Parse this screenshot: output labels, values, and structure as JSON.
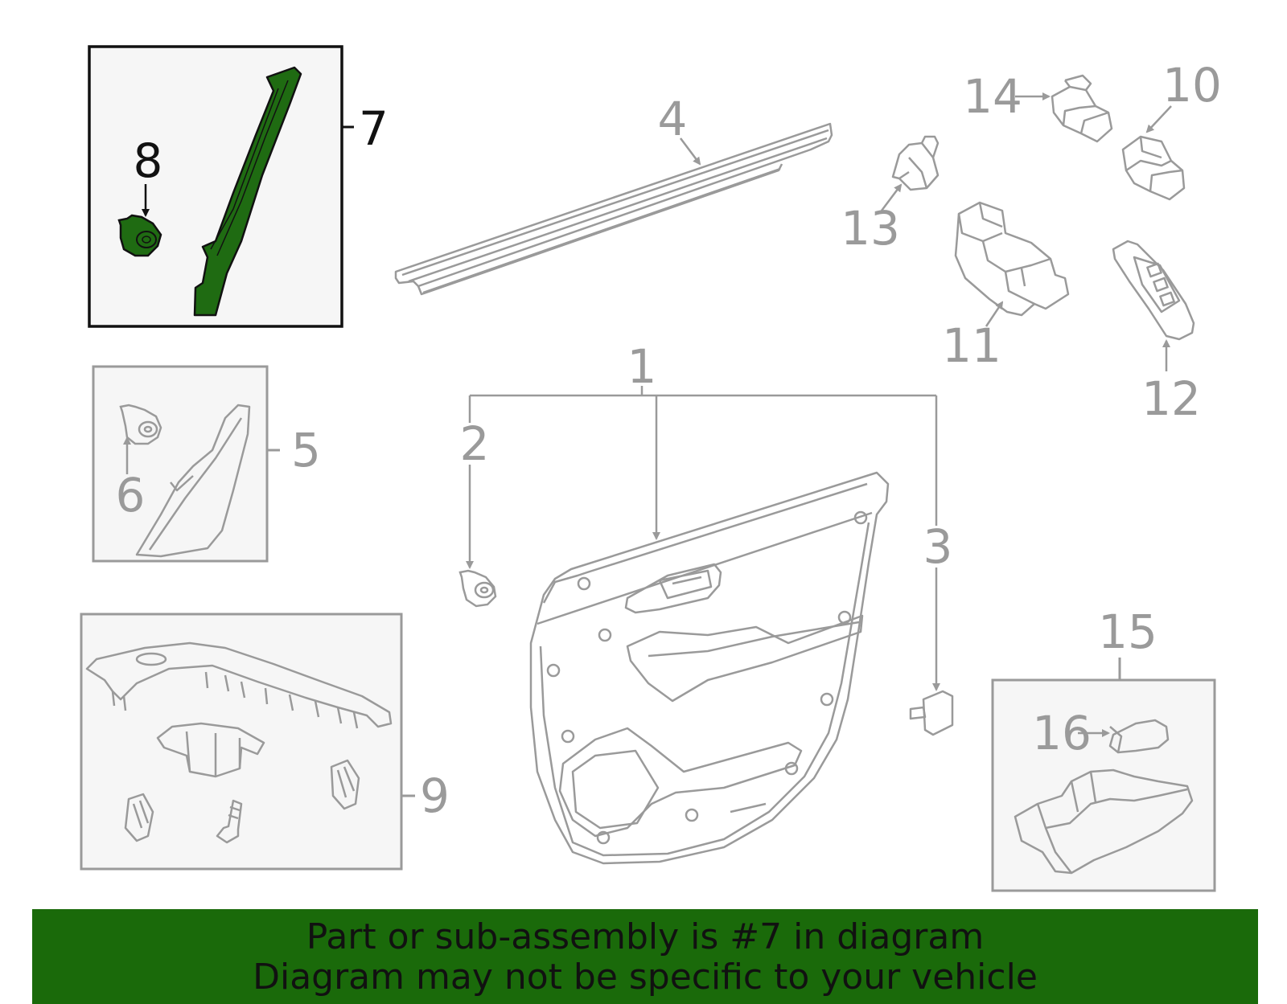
{
  "callouts": {
    "c1": "1",
    "c2": "2",
    "c3": "3",
    "c4": "4",
    "c5": "5",
    "c6": "6",
    "c7": "7",
    "c8": "8",
    "c9": "9",
    "c10": "10",
    "c11": "11",
    "c12": "12",
    "c13": "13",
    "c14": "14",
    "c15": "15",
    "c16": "16"
  },
  "highlight": {
    "part_number": "7",
    "color": "#1f6b12",
    "outline": "#111111"
  },
  "colors": {
    "line": "#9a9a9a",
    "box_fill": "#f6f6f6",
    "banner_bg": "#1a6a0a",
    "banner_text": "#111111"
  },
  "banner": {
    "line1": "Part or sub-assembly is #7 in diagram",
    "line2": "Diagram may not be specific to your vehicle"
  }
}
